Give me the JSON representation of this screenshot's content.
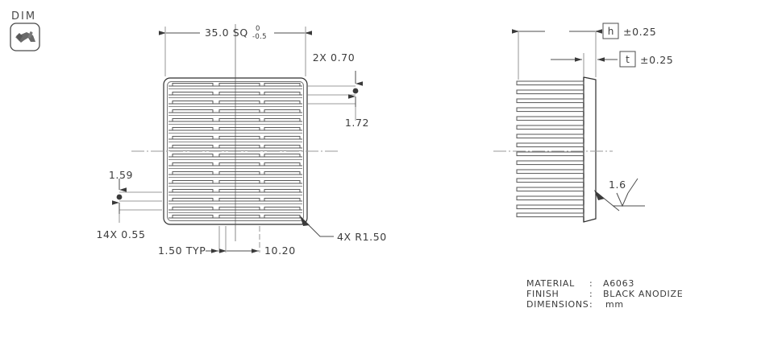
{
  "badge": {
    "label": "DIM",
    "icon": "caliper-icon"
  },
  "top_view": {
    "name": "top-view",
    "width_dimension": {
      "value": "35.0 SQ",
      "tol_upper": "0",
      "tol_lower": "-0.5"
    },
    "right_callouts": [
      {
        "label": "2X 0.70"
      },
      {
        "label": "1.72"
      }
    ],
    "left_callouts": [
      {
        "label": "1.59"
      },
      {
        "label": "14X 0.55"
      }
    ],
    "bottom_callouts": [
      {
        "label": "1.50 TYP"
      },
      {
        "label": "10.20"
      }
    ],
    "corner_callout": {
      "label": "4X R1.50"
    },
    "fin_rows": 16,
    "fin_columns": 3
  },
  "side_view": {
    "name": "side-view",
    "height_dimension": {
      "symbol": "h",
      "tolerance": "±0.25"
    },
    "thickness_dimension": {
      "symbol": "t",
      "tolerance": "±0.25"
    },
    "surface_finish": {
      "value": "1.6",
      "symbol": "triangle"
    },
    "fin_count": 16
  },
  "notes": {
    "name": "notes-block",
    "rows": [
      {
        "key": "MATERIAL",
        "sep": ":",
        "value": "A6063"
      },
      {
        "key": "FINISH",
        "sep": ":",
        "value": "BLACK ANODIZE"
      },
      {
        "key": "DIMENSIONS",
        "sep": ":",
        "value": "mm"
      }
    ]
  },
  "colors": {
    "ink": "#3b3b3b",
    "object_line": "#2e2e2e",
    "dimension_line": "#4d4d4d",
    "center_line": "#9a9a9a",
    "background": "#ffffff"
  }
}
